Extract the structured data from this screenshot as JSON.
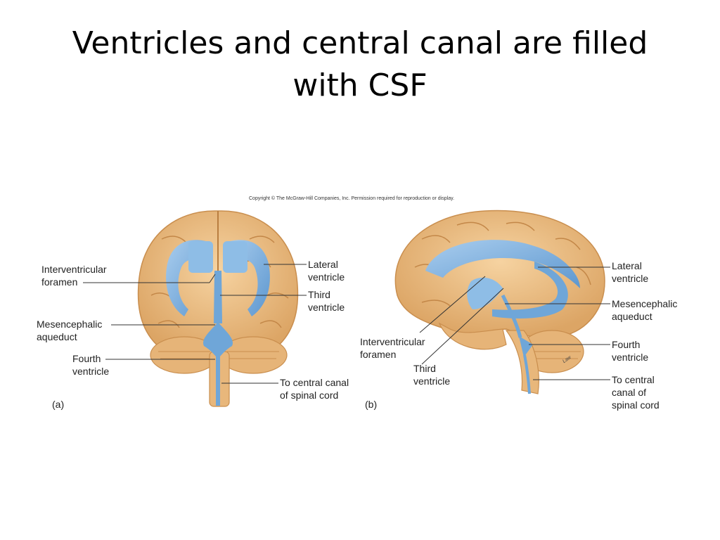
{
  "slide": {
    "title_line1": "Ventricles and central canal are filled",
    "title_line2": "with CSF"
  },
  "figure": {
    "copyright": "Copyright © The McGraw-Hill Companies, Inc. Permission required for reproduction or display.",
    "artist_signature": "Law",
    "panel_a": {
      "panel_label": "(a)",
      "labels": {
        "interventricular_foramen": [
          "Interventricular",
          "foramen"
        ],
        "mesencephalic_aqueduct": [
          "Mesencephalic",
          "aqueduct"
        ],
        "fourth_ventricle": [
          "Fourth",
          "ventricle"
        ],
        "lateral_ventricle": [
          "Lateral",
          "ventricle"
        ],
        "third_ventricle": [
          "Third",
          "ventricle"
        ],
        "central_canal": [
          "To central canal",
          "of spinal cord"
        ]
      }
    },
    "panel_b": {
      "panel_label": "(b)",
      "labels": {
        "lateral_ventricle": [
          "Lateral",
          "ventricle"
        ],
        "mesencephalic_aqueduct": [
          "Mesencephalic",
          "aqueduct"
        ],
        "fourth_ventricle": [
          "Fourth",
          "ventricle"
        ],
        "central_canal": [
          "To central",
          "canal of",
          "spinal cord"
        ],
        "interventricular_foramen": [
          "Interventricular",
          "foramen"
        ],
        "third_ventricle": [
          "Third",
          "ventricle"
        ]
      }
    },
    "colors": {
      "brain": "#f0c389",
      "brain_shadow": "#d9a262",
      "ventricle": "#6fa6d8",
      "ventricle_light": "#b9d6ef"
    }
  }
}
